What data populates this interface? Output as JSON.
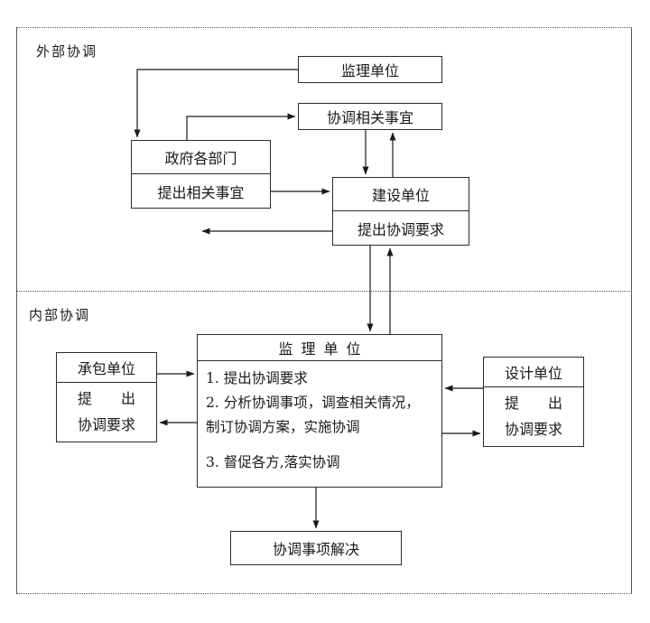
{
  "sections": {
    "external": {
      "label": "外部协调"
    },
    "internal": {
      "label": "内部协调"
    }
  },
  "boxes": {
    "supervision_top": {
      "title": "监理单位"
    },
    "coordinate_matters": {
      "title": "协调相关事宜"
    },
    "government": {
      "title": "政府各部门",
      "subtitle": "提出相关事宜"
    },
    "construction": {
      "title": "建设单位",
      "subtitle": "提出协调要求"
    },
    "contractor": {
      "title": "承包单位",
      "line1": "提　　出",
      "line2": "协调要求"
    },
    "supervision_main": {
      "title": "监理单位",
      "items": [
        "1. 提出协调要求",
        "2. 分析协调事项，调查相关情况，制订协调方案，实施协调",
        "3. 督促各方,落实协调"
      ]
    },
    "design": {
      "title": "设计单位",
      "line1": "提　　出",
      "line2": "协调要求"
    },
    "resolved": {
      "title": "协调事项解决"
    }
  },
  "colors": {
    "line": "#1a1a1a",
    "border": "#2b2b2b",
    "background": "#ffffff"
  }
}
